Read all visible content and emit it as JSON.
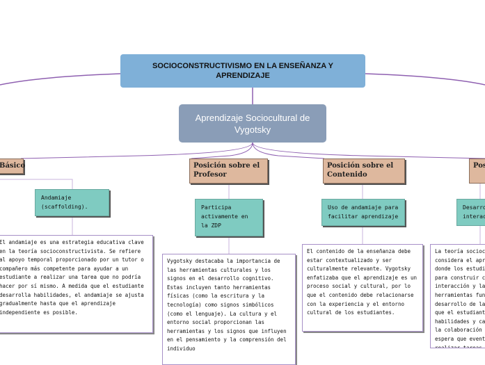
{
  "root": {
    "title": "SOCIOCONSTRUCTIVISMO EN LA ENSEÑANZA Y APRENDIZAJE"
  },
  "subtopic": {
    "title": "Aprendizaje Sociocultural de Vygotsky"
  },
  "branches": [
    {
      "title": "Básico",
      "detail": "Andamiaje (scaffolding).",
      "note": "El andamiaje es una estrategia educativa clave en la teoría socioconstructivista. Se refiere al apoyo temporal proporcionado por un tutor o compañero más competente para ayudar a un estudiante a realizar una tarea que no podría hacer por sí mismo. A medida que el estudiante desarrolla habilidades, el andamiaje se ajusta gradualmente hasta que el aprendizaje independiente es posible."
    },
    {
      "title": "Posición sobre el Profesor",
      "detail": "Participa activamente en la ZDP",
      "note": " Vygotsky destacaba la importancia de las herramientas culturales y los signos en el desarrollo cognitivo. Estas incluyen tanto herramientas físicas (como la escritura y la tecnología) como signos simbólicos (como el lenguaje). La cultura y el entorno social proporcionan las herramientas y los signos que influyen en el pensamiento y la comprensión del individuo"
    },
    {
      "title": "Posición sobre el Contenido",
      "detail": "Uso de andamiaje para facilitar aprendizaje",
      "note": "El contenido de la enseñanza debe estar contextualizado y ser culturalmente relevante. Vygotsky enfatizaba que el aprendizaje es un proceso social y cultural, por lo que el contenido debe relacionarse con la experiencia y el entorno cultural de los estudiantes."
    },
    {
      "title": "Posición sobre el Alumno",
      "detail": "Desarrollo a través de la interacción social",
      "note": "La teoría socioconstructivista considera el aprendizaje colaborativo, donde los estudiantes trabajan juntos para construir conocimiento. La interacción y la comunicación son herramientas fundamentales para el desarrollo de la comprensión. A medida que el estudiante desarrolla sus habilidades y capacidades a través de la colaboración y el diálogo, se espera que eventualmente pueda realizar tareas de manera independiente."
    }
  ],
  "colors": {
    "root_fill": "#7fb0d8",
    "subtopic_fill": "#8a9db7",
    "category_fill": "#deb89e",
    "detail_fill": "#7fcbc1",
    "connector": "#8e5fb0",
    "note_border": "#a78fc7"
  }
}
